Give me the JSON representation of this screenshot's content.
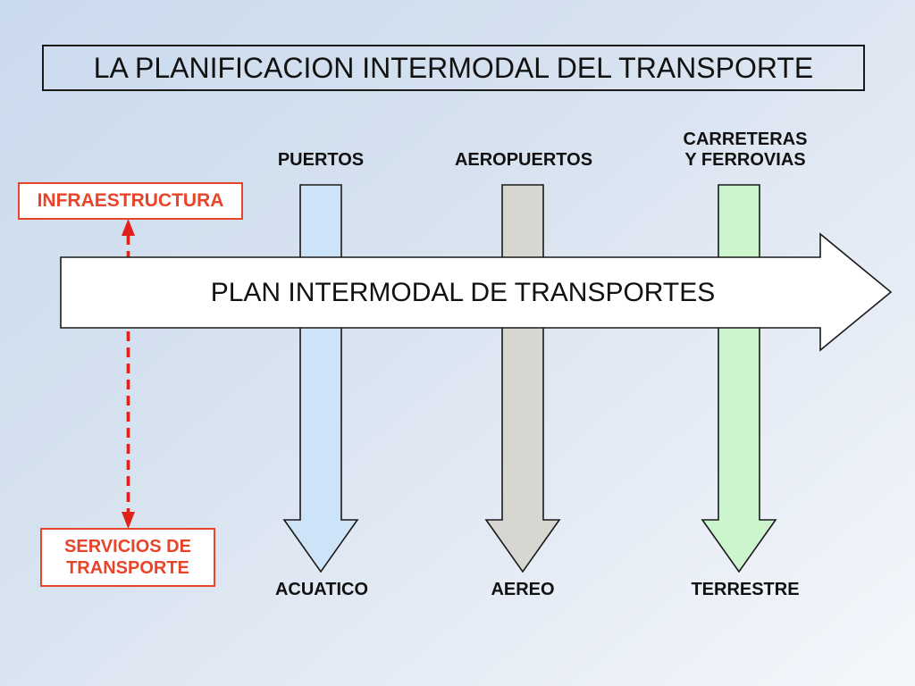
{
  "slide": {
    "title": "LA PLANIFICACION INTERMODAL DEL TRANSPORTE",
    "main_arrow_label": "PLAN INTERMODAL DE TRANSPORTES"
  },
  "planning_levels": {
    "infrastructure": "INFRAESTRUCTURA",
    "services": "SERVICIOS DE\nTRANSPORTE"
  },
  "modes": [
    {
      "infrastructure_label": "PUERTOS",
      "service_label": "ACUATICO",
      "arrow_color": "#cde4f8"
    },
    {
      "infrastructure_label": "AEROPUERTOS",
      "service_label": "AEREO",
      "arrow_color": "#d7d6d1"
    },
    {
      "infrastructure_label": "CARRETERAS\nY FERROVIAS",
      "service_label": "TERRESTRE",
      "arrow_color": "#cdf5cd"
    }
  ],
  "colors": {
    "accent_red": "#e8442a",
    "dash_red": "#e02117",
    "arrow_outline": "#1a1a1a",
    "main_arrow_fill": "#ffffff",
    "water_arrow": "#cde4f8",
    "air_arrow": "#d7d6d1",
    "land_arrow": "#cdf5cd"
  }
}
